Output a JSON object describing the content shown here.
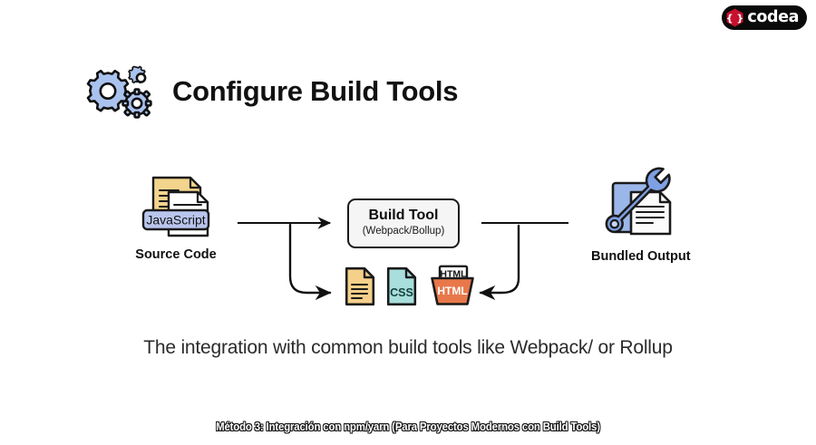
{
  "brand": {
    "hex_icon": "braces-hexagon-icon",
    "word": "codea",
    "hex_color": "#C8102E",
    "pill_color": "#0A0A0A"
  },
  "header": {
    "icon": "gears-icon",
    "title": "Configure Build Tools",
    "gear_color": "#A9C2EE"
  },
  "diagram": {
    "source": {
      "icon": "javascript-source-file-icon",
      "badge": "JavaScript",
      "label": "Source Code"
    },
    "build_tool": {
      "title": "Build Tool",
      "subtitle": "(Webpack/Bollup)"
    },
    "outputs": [
      {
        "icon": "generic-document-file-icon",
        "label": "",
        "color": "#F5D08A"
      },
      {
        "icon": "css-file-icon",
        "label": "CSS",
        "color": "#A8DFDC"
      },
      {
        "icon": "html-file-icon",
        "label": "HTML",
        "sub_label": "HTML",
        "color": "#E8784A"
      }
    ],
    "output_node": {
      "icon": "wrench-document-icon",
      "label": "Bundled Output"
    },
    "arrows": [
      "source-to-build-tool",
      "build-tool-to-files",
      "build-tool-to-output-return"
    ]
  },
  "tagline": "The integration with common build tools like Webpack/ or Rollup",
  "bottom_caption": "Método 3: Integración con npm/yarn (Para Proyectos Modernos con Build Tools)"
}
